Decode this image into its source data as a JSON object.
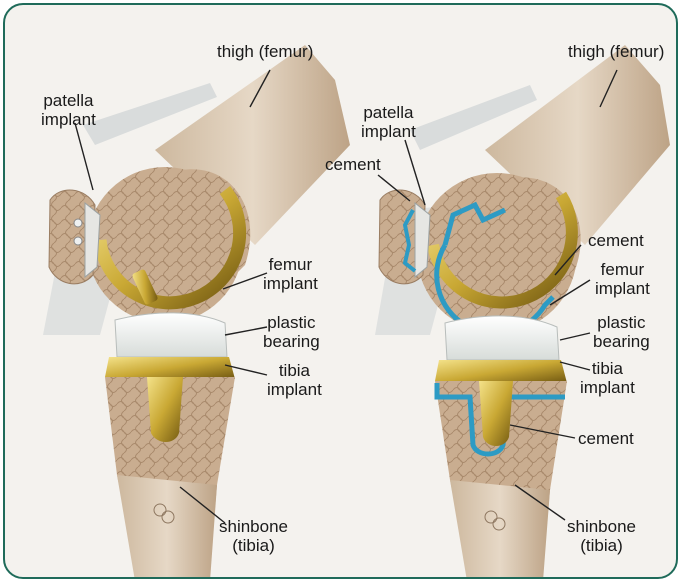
{
  "colors": {
    "border": "#1f6b5a",
    "background": "#f4f2ee",
    "bone": "#c7ab8e",
    "bone_light": "#e2d3bf",
    "cartilage": "#f1ebe2",
    "metal_gold": "#c9a834",
    "metal_dark": "#7c6412",
    "plastic": "#f7f7f2",
    "cement": "#2d9bc4",
    "tendon": "#d9dcdc"
  },
  "panels": [
    {
      "variant": "cementless",
      "labels": {
        "thigh": "thigh (femur)",
        "patella": "patella\nimplant",
        "femur_implant": "femur\nimplant",
        "plastic_bearing": "plastic\nbearing",
        "tibia_implant": "tibia\nimplant",
        "shinbone": "shinbone\n(tibia)"
      }
    },
    {
      "variant": "cemented",
      "labels": {
        "thigh": "thigh (femur)",
        "patella": "patella\nimplant",
        "cement_patella": "cement",
        "cement_femur": "cement",
        "femur_implant": "femur\nimplant",
        "plastic_bearing": "plastic\nbearing",
        "tibia_implant": "tibia\nimplant",
        "cement_tibia": "cement",
        "shinbone": "shinbone\n(tibia)"
      }
    }
  ]
}
